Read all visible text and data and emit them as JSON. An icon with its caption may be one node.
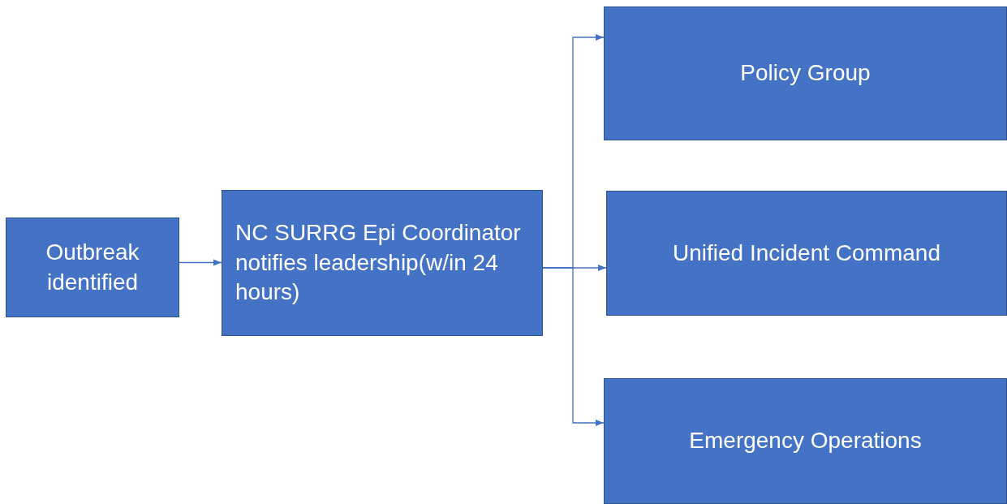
{
  "diagram": {
    "nodes": [
      {
        "text": [
          "Outbreak identified"
        ]
      },
      {
        "text": [
          "NC SURRG Epi Coordinator notifies leadership(w/in 24 hours)"
        ]
      },
      {
        "text": [
          "Policy Group"
        ]
      },
      {
        "text": [
          "Unified Incident Command"
        ]
      },
      {
        "text": [
          "Emergency Operations"
        ]
      }
    ],
    "edges": [
      {
        "from": 0,
        "to": 1,
        "arrow": "to"
      },
      {
        "from": 1,
        "to": 2,
        "arrow": "to"
      },
      {
        "from": 1,
        "to": 3,
        "arrow": "to"
      },
      {
        "from": 1,
        "to": 4,
        "arrow": "to"
      }
    ]
  }
}
